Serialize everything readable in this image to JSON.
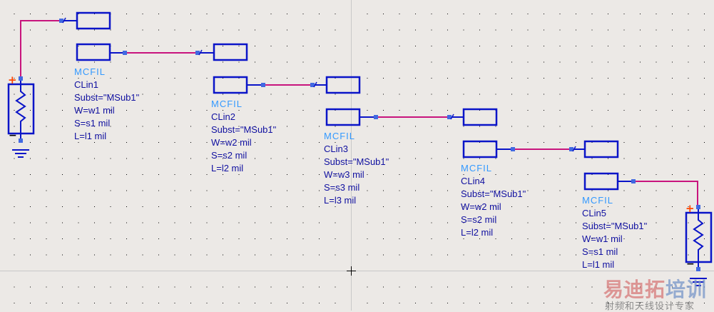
{
  "colors": {
    "background": "#ece9e6",
    "component": "#0a14c8",
    "wire": "#c8147d",
    "pin": "#4169e1",
    "label_type": "#3399ff",
    "label_text": "#1010a0",
    "plus": "#ff4500",
    "grid": "#000000",
    "axis": "#c8c8c8"
  },
  "components": [
    {
      "type": "MCFIL",
      "name": "CLin1",
      "params": [
        "Subst=\"MSub1\"",
        "W=w1 mil",
        "S=s1 mil",
        "L=l1 mil"
      ]
    },
    {
      "type": "MCFIL",
      "name": "CLin2",
      "params": [
        "Subst=\"MSub1\"",
        "W=w2 mil",
        "S=s2 mil",
        "L=l2 mil"
      ]
    },
    {
      "type": "MCFIL",
      "name": "CLin3",
      "params": [
        "Subst=\"MSub1\"",
        "W=w3 mil",
        "S=s3 mil",
        "L=l3 mil"
      ]
    },
    {
      "type": "MCFIL",
      "name": "CLin4",
      "params": [
        "Subst=\"MSub1\"",
        "W=w2 mil",
        "S=s2 mil",
        "L=l2 mil"
      ]
    },
    {
      "type": "MCFIL",
      "name": "CLin5",
      "params": [
        "Subst=\"MSub1\"",
        "W=w1 mil",
        "S=s1 mil",
        "L=l1 mil"
      ]
    }
  ],
  "terminals": [
    {
      "plus": "+",
      "minus": "−"
    },
    {
      "plus": "+",
      "minus": "−"
    }
  ],
  "watermark": {
    "brand_a": "易迪拓",
    "brand_b": "培训",
    "tagline": "射频和天线设计专家"
  }
}
